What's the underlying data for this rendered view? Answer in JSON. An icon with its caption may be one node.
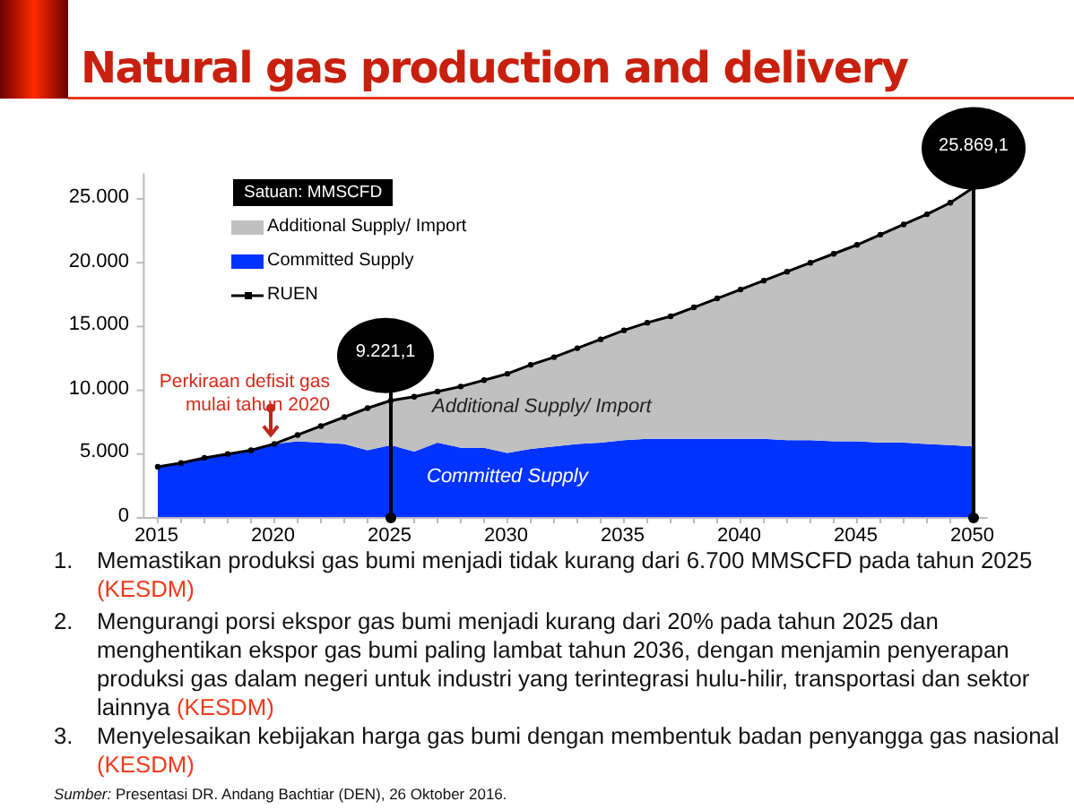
{
  "diagram": {
    "title": "Natural gas production and delivery",
    "chart_data": {
      "type": "area",
      "stacked": true,
      "ylabel": "Satuan: MMSCFD",
      "legend": "upper left",
      "x": [
        2015,
        2016,
        2017,
        2018,
        2019,
        2020,
        2021,
        2022,
        2023,
        2024,
        2025,
        2026,
        2027,
        2028,
        2029,
        2030,
        2031,
        2032,
        2033,
        2034,
        2035,
        2036,
        2037,
        2038,
        2039,
        2040,
        2041,
        2042,
        2043,
        2044,
        2045,
        2046,
        2047,
        2048,
        2049,
        2050
      ],
      "xlim": [
        2014.4,
        2050.6
      ],
      "xticks": [
        2015,
        2020,
        2025,
        2030,
        2035,
        2040,
        2045,
        2050
      ],
      "yticks": [
        {
          "value": 0,
          "label": "0"
        },
        {
          "value": 5000,
          "label": "5.000"
        },
        {
          "value": 10000,
          "label": "10.000"
        },
        {
          "value": 15000,
          "label": "15.000"
        },
        {
          "value": 20000,
          "label": "20.000"
        },
        {
          "value": 25000,
          "label": "25.000"
        }
      ],
      "ylim": [
        0,
        27000
      ],
      "series": [
        {
          "name": "Committed Supply",
          "color": "#0033ff",
          "values": [
            4000,
            4300,
            4700,
            5000,
            5300,
            5800,
            6000,
            5900,
            5800,
            5300,
            5700,
            5200,
            5900,
            5500,
            5500,
            5100,
            5400,
            5600,
            5800,
            5900,
            6100,
            6200,
            6200,
            6200,
            6200,
            6200,
            6200,
            6100,
            6100,
            6000,
            6000,
            5900,
            5900,
            5800,
            5700,
            5600
          ]
        },
        {
          "name": "Additional Supply/ Import",
          "color": "#c0c0c0",
          "values": [
            0,
            0,
            0,
            0,
            0,
            0,
            500,
            1300,
            2100,
            3300,
            3500,
            4300,
            4000,
            4800,
            5300,
            6200,
            6600,
            7000,
            7500,
            8100,
            8600,
            9100,
            9600,
            10300,
            11000,
            11700,
            12400,
            13200,
            13900,
            14700,
            15400,
            16300,
            17100,
            18000,
            19000,
            20300
          ]
        }
      ],
      "annotations": [
        {
          "text": "9.221,1",
          "x": 2025,
          "y": 9221.1
        },
        {
          "text": "25.869,1",
          "x": 2050,
          "y": 25869.1
        },
        {
          "text": "Perkiraan defisit gas mulai tahun 2020",
          "x": 2020,
          "y": 5800
        }
      ]
    },
    "legend": [
      {
        "text": "RUEN"
      }
    ],
    "labels": [
      "Additional Supply/ Import",
      "Committed Supply",
      "1.",
      "Memastikan produksi gas bumi menjadi tidak kurang dari 6.700 MMSCFD pada tahun 2025",
      "(KESDM)",
      "2.",
      "Mengurangi porsi ekspor gas bumi menjadi kurang dari 20% pada tahun 2025 dan menghentikan ekspor gas bumi paling lambat tahun 2036, dengan menjamin penyerapan produksi gas dalam negeri untuk industri yang terintegrasi hulu-hilir, transportasi dan sektor lainnya",
      "(KESDM)",
      "3.",
      "Menyelesaikan kebijakan harga gas bumi dengan membentuk badan penyangga gas nasional",
      "(KESDM)",
      "*Sumber:* Presentasi DR. Andang Bachtiar (DEN), 26 Oktober 2016."
    ]
  }
}
